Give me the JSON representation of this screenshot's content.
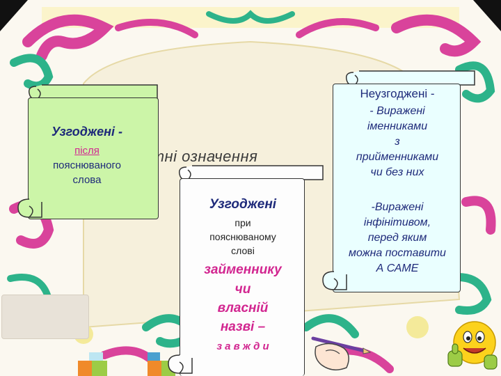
{
  "ghost_title": "итні означення",
  "card_left": {
    "title": "Узгоджені  -",
    "line1": "після",
    "line2": "пояснюваного",
    "line3": "слова"
  },
  "card_middle": {
    "title": "Узгоджені",
    "line1": "при",
    "line2": "пояснюваному",
    "line3": "слові",
    "emph1": "займеннику",
    "emph2": "чи",
    "emph3": "власній",
    "emph4": "назві –",
    "emph5": "з а в ж д и"
  },
  "card_right": {
    "title": "Неузгоджені  -",
    "b1_l1": "-  Виражені",
    "b1_l2": "іменниками",
    "b1_l3": "з",
    "b1_l4": "прийменниками",
    "b1_l5": "чи без них",
    "b2_l1": "-Виражені",
    "b2_l2": "інфінітивом,",
    "b2_l3": "перед яким",
    "b2_l4": "можна поставити",
    "b2_l5": "А САМЕ"
  },
  "colors": {
    "ornament_pink": "#d9439b",
    "ornament_green": "#2db38a",
    "ornament_yellow": "#f4ea9a",
    "left_card": "#ccf5a8",
    "middle_card": "#fdfdfd",
    "right_card": "#eaffff",
    "text_pink": "#d22690",
    "text_blue": "#1f3f9e"
  },
  "icons": [
    "smiley-thumbs-up-icon",
    "pencil-hand-icon"
  ]
}
